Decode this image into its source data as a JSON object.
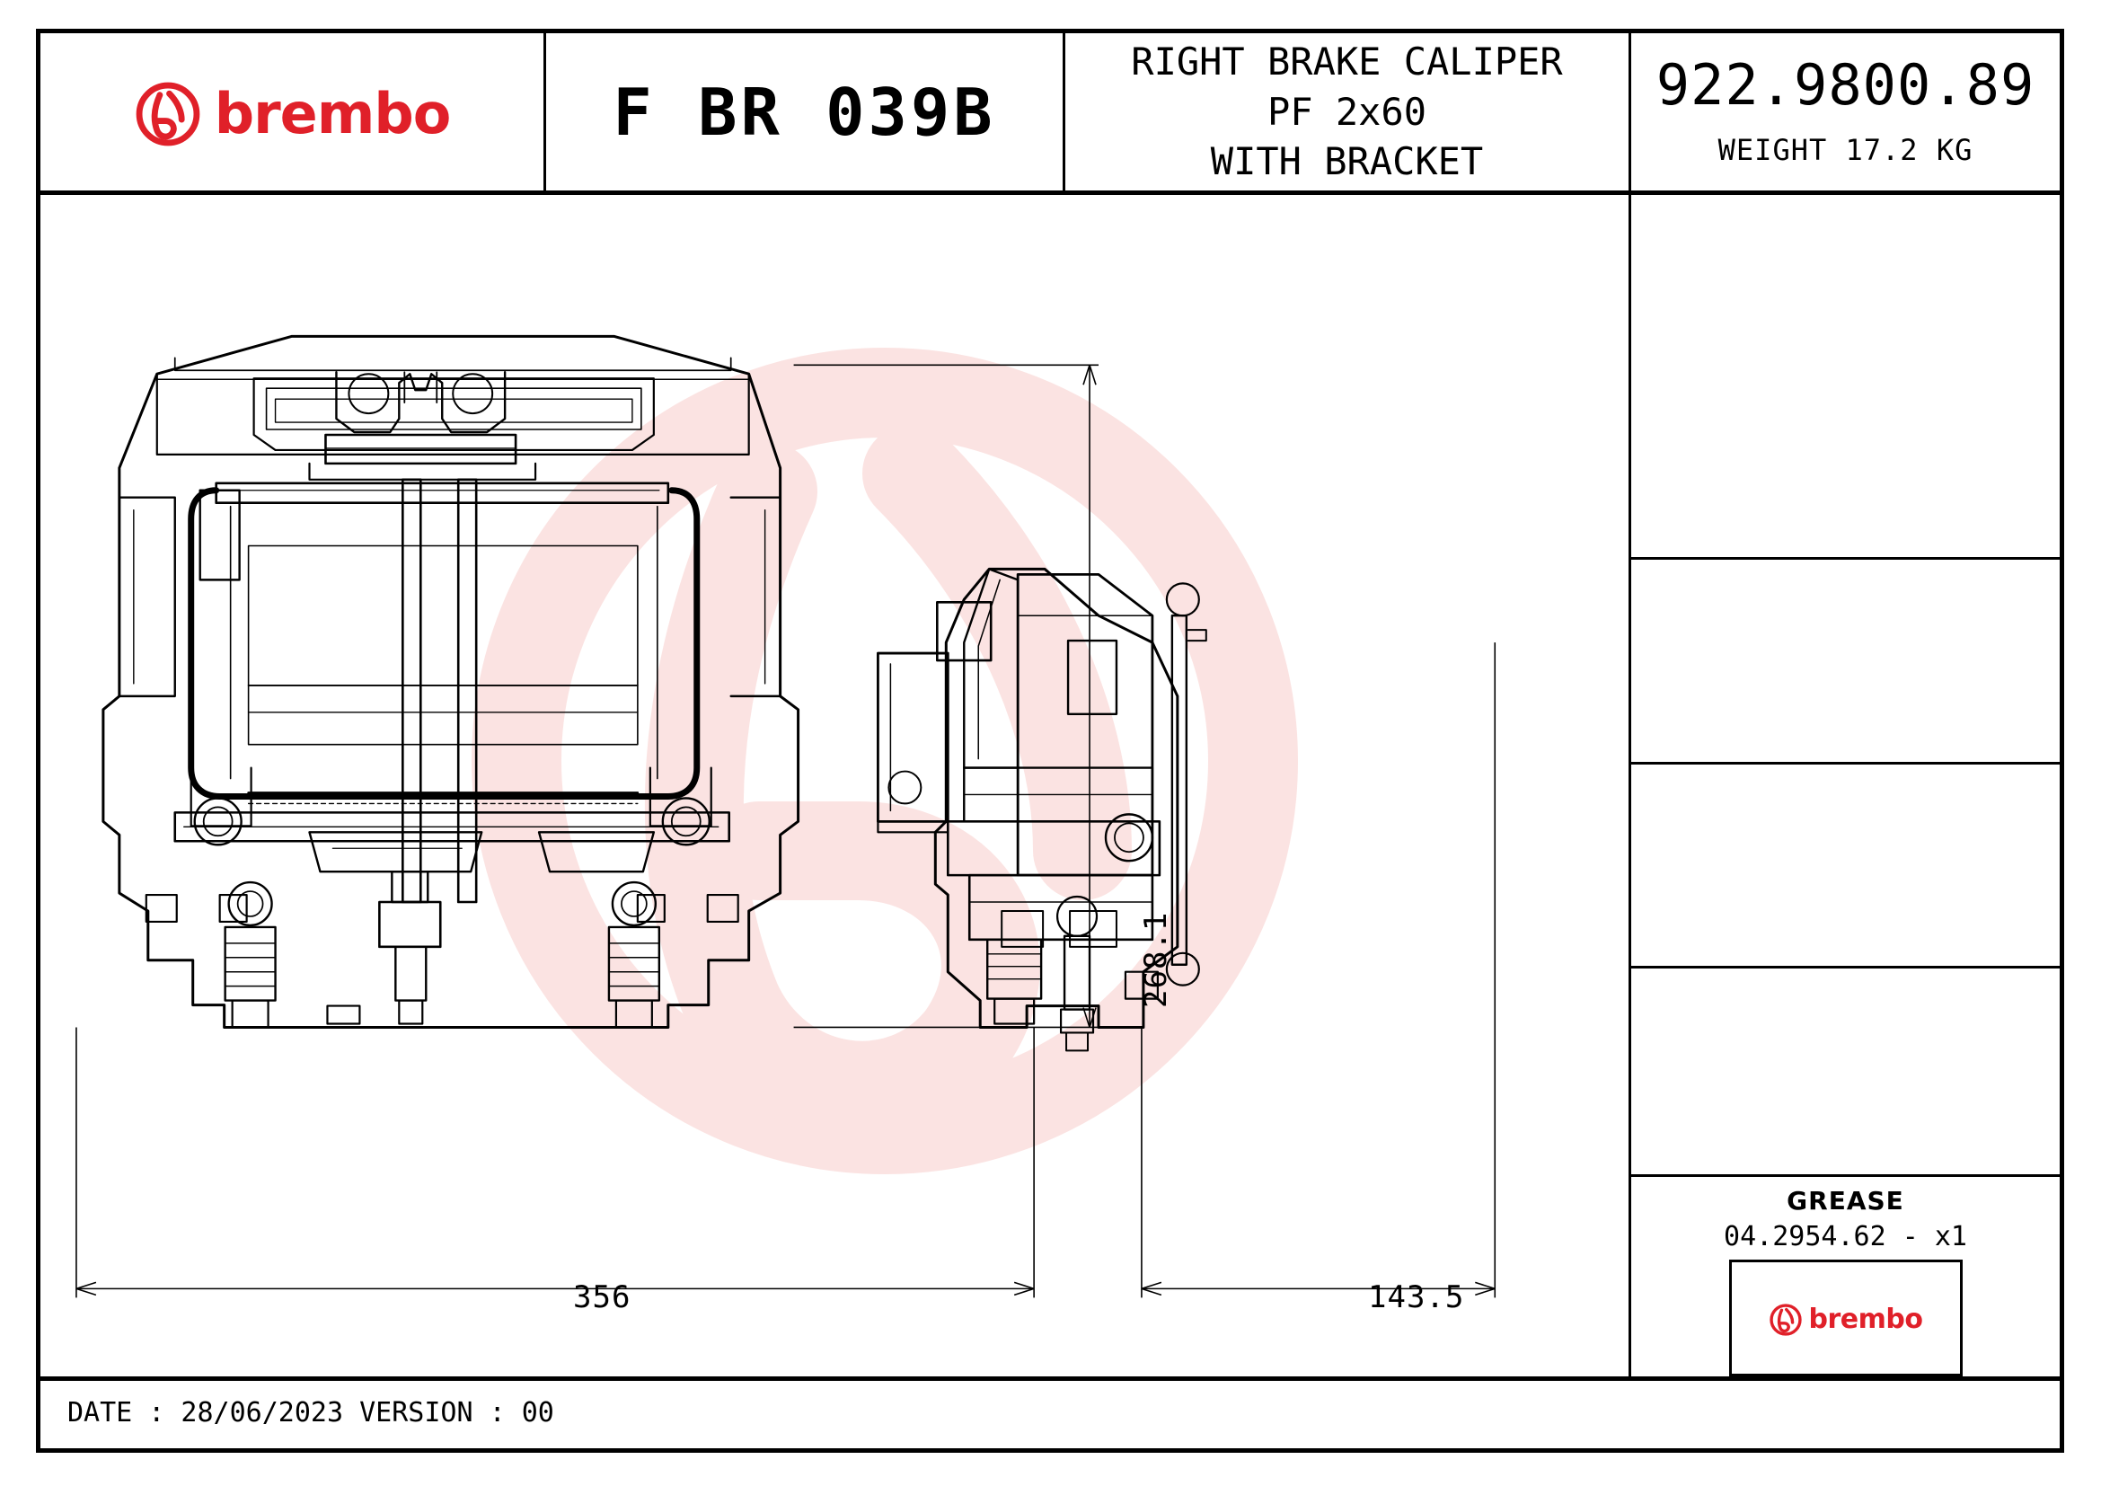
{
  "brand": {
    "name": "brembo",
    "logo_icon": "brembo-b-icon",
    "color": "#e02029"
  },
  "header": {
    "product_code": "F BR 039B",
    "description_lines": [
      "RIGHT BRAKE CALIPER",
      "PF 2x60",
      "WITH BRACKET"
    ],
    "part_number": "922.9800.89",
    "weight": "WEIGHT 17.2 KG"
  },
  "drawing": {
    "title": "Right brake caliper with bracket - front and side orthographic views",
    "dimensions": {
      "height": "268.1",
      "front_width": "356",
      "side_width": "143.5"
    },
    "watermark_icon": "brembo-watermark-icon"
  },
  "right_column": {
    "empty_cells": 4,
    "grease": {
      "title": "GREASE",
      "code": "04.2954.62  -  x1",
      "logo_label": "brembo"
    }
  },
  "footer": {
    "revision": "DATE : 28/06/2023 VERSION : 00"
  }
}
